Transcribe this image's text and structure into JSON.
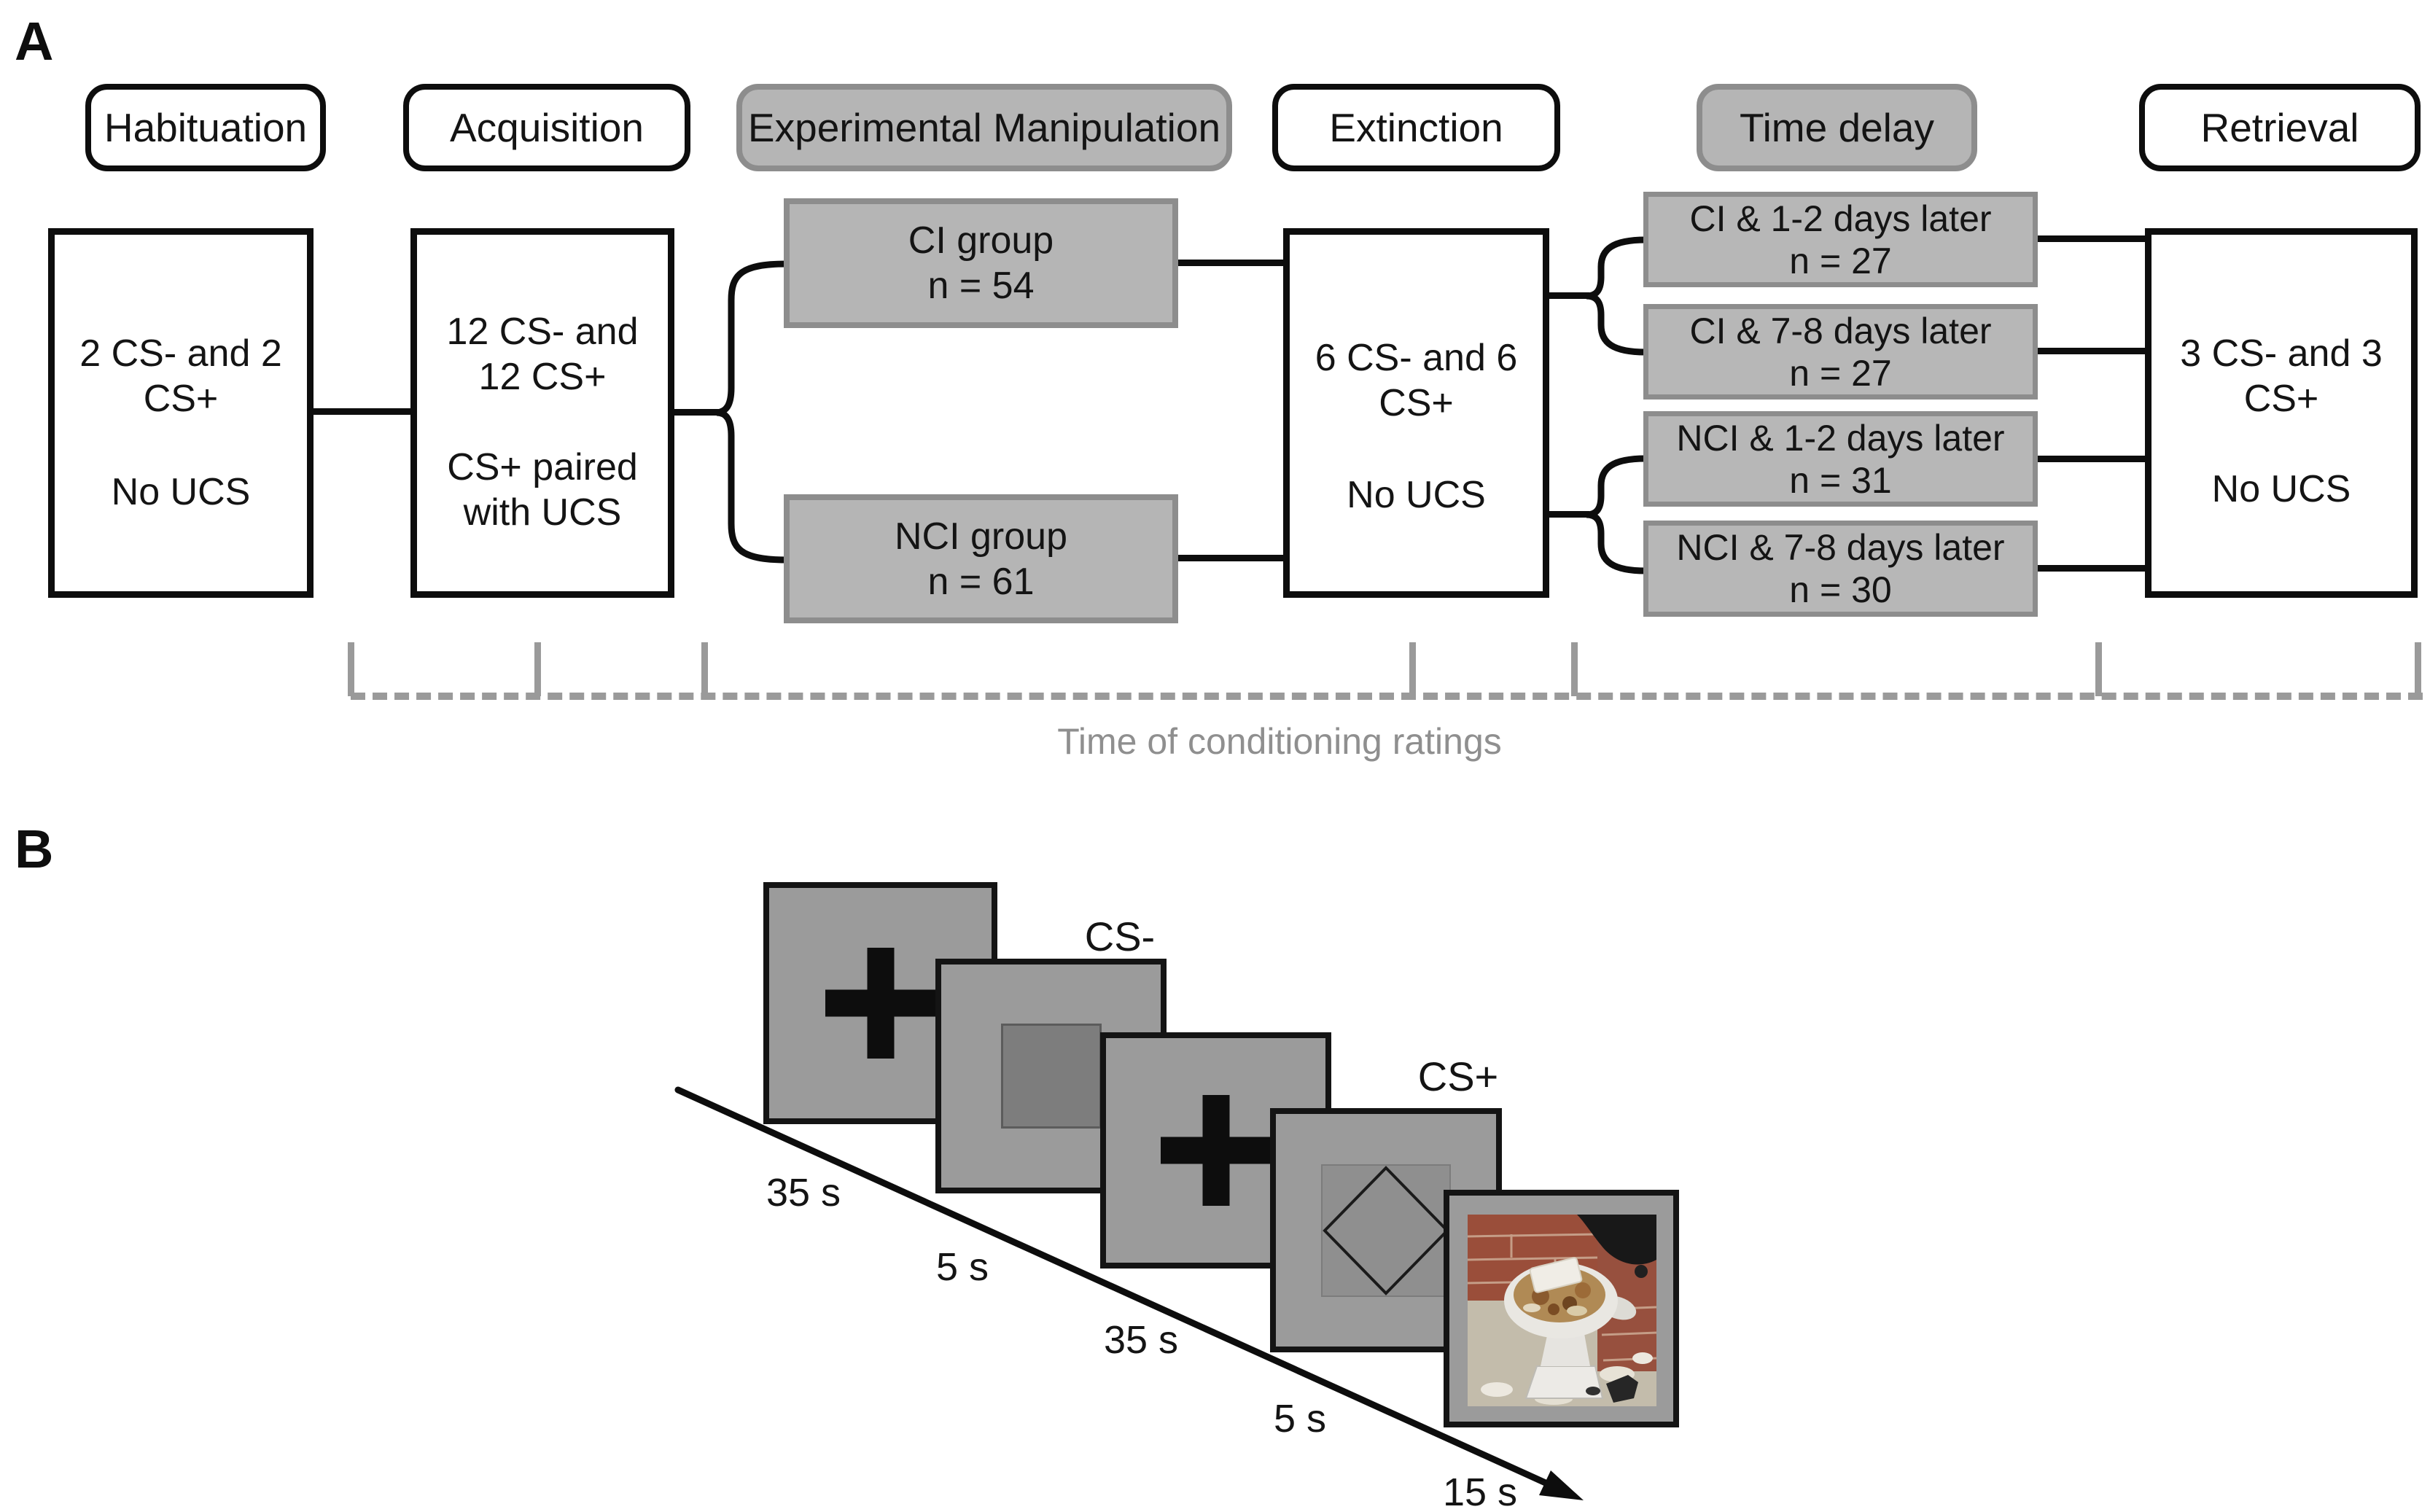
{
  "panel_a": {
    "label": "A",
    "headers": {
      "habituation": "Habituation",
      "acquisition": "Acquisition",
      "manipulation": "Experimental Manipulation",
      "extinction": "Extinction",
      "time_delay": "Time delay",
      "retrieval": "Retrieval"
    },
    "habituation_box": {
      "line1": "2 CS- and 2",
      "line2": "CS+",
      "line3": "No UCS"
    },
    "acquisition_box": {
      "line1": "12 CS- and",
      "line2": "12 CS+",
      "line3": "CS+ paired",
      "line4": "with UCS"
    },
    "manipulation_boxes": [
      {
        "line1": "CI group",
        "line2": "n = 54"
      },
      {
        "line1": "NCI group",
        "line2": "n = 61"
      }
    ],
    "extinction_box": {
      "line1": "6 CS- and 6",
      "line2": "CS+",
      "line3": "No UCS"
    },
    "delay_boxes": [
      {
        "line1": "CI & 1-2 days later",
        "line2": "n = 27"
      },
      {
        "line1": "CI & 7-8 days later",
        "line2": "n = 27"
      },
      {
        "line1": "NCI & 1-2 days later",
        "line2": "n = 31"
      },
      {
        "line1": "NCI & 7-8 days later",
        "line2": "n = 30"
      }
    ],
    "retrieval_box": {
      "line1": "3 CS- and 3",
      "line2": "CS+",
      "line3": "No UCS"
    },
    "timeline_caption": "Time of conditioning ratings"
  },
  "panel_b": {
    "label": "B",
    "cs_minus_label": "CS-",
    "cs_plus_label": "CS+",
    "durations": [
      "35 s",
      "5 s",
      "35 s",
      "5 s",
      "15 s"
    ]
  },
  "colors": {
    "box_gray": "#b5b5b5",
    "box_border_gray": "#8d8d8d",
    "screen_gray": "#9b9b9b",
    "timeline_gray": "#9a9a9a",
    "line_black": "#0d0d0d"
  }
}
